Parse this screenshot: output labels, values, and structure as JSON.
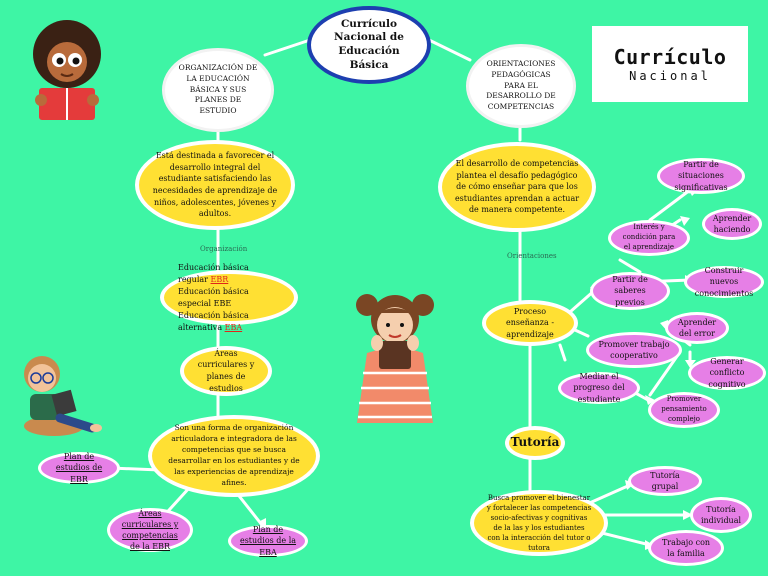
{
  "title": "Currículo Nacional de Educación Básica",
  "logo": {
    "line1": "Currículo",
    "line2": "Nacional"
  },
  "left": {
    "header": "ORGANIZACIÓN DE LA EDUCACIÓN BÁSICA Y SUS PLANES DE ESTUDIO",
    "desc": "Está destinada a favorecer el desarrollo integral del estudiante satisfaciendo las necesidades de aprendizaje de niños, adolescentes, jóvenes y adultos.",
    "connector": "Organización",
    "types": {
      "l1a": "Educación básica regular ",
      "l1b": "EBR",
      "l2": "Educación básica especial EBE",
      "l3a": "Educación básica alternativa ",
      "l3b": "EBA"
    },
    "areas": "Áreas curriculares y planes de estudios",
    "areas_desc": "Son una forma de organización articuladora e integradora de las competencias que se busca desarrollar en los estudiantes y de las experiencias de aprendizaje afines.",
    "plan_ebr": "Plan de estudios de EBR",
    "areas_comp": "Áreas curriculares y competencias de la EBR",
    "plan_eba": "Plan de estudios de la EBA"
  },
  "right": {
    "header": "ORIENTACIONES PEDAGÓGICAS PARA EL DESARROLLO DE COMPETENCIAS",
    "desc": "El desarrollo de competencias plantea el desafío pedagógico de cómo enseñar para que los estudiantes aprendan a actuar de manera competente.",
    "connector": "Orientaciones",
    "proceso": "Proceso enseñanza - aprendizaje",
    "partir_saberes": "Partir de saberes previos",
    "interes": "Interés y condición para el aprendizaje",
    "situaciones": "Partir de situaciones significativas",
    "haciendo": "Aprender haciendo",
    "construir": "Construir nuevos conocimientos",
    "trabajo_coop": "Promover trabajo cooperativo",
    "error": "Aprender del error",
    "conflicto": "Generar conflicto cognitivo",
    "mediar": "Mediar el progreso del estudiante",
    "pensamiento": "Promover pensamiento complejo",
    "tutoria": "Tutoría",
    "tutoria_desc": "Busca promover el bienestar y fortalecer las competencias socio-afectivas y cognitivas de la las y los estudiantes con la interacción del tutor o tutora",
    "grupal": "Tutoría grupal",
    "individual": "Tutoría individual",
    "familia": "Trabajo con la familia"
  },
  "colors": {
    "background": "#3ef5a5",
    "accent_yellow": "#ffe033",
    "accent_purple": "#e67fe6",
    "title_border": "#1d3fb0"
  }
}
